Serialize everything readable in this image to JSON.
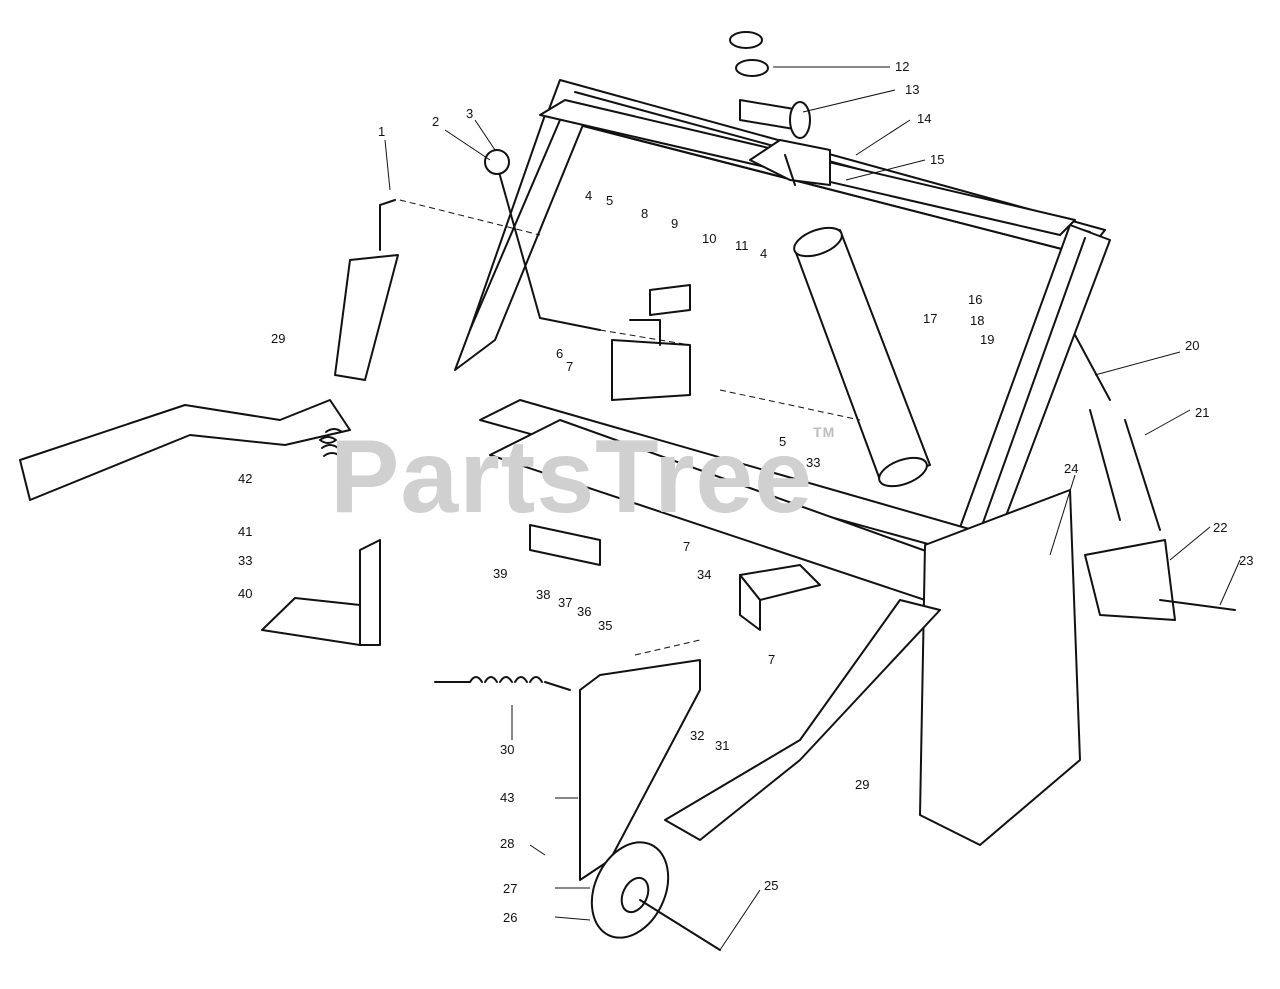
{
  "watermark": {
    "text": "PartsTree",
    "mark": "TM"
  },
  "callouts": {
    "c1": "1",
    "c2": "2",
    "c3": "3",
    "c4a": "4",
    "c4b": "4",
    "c5a": "5",
    "c5b": "5",
    "c6": "6",
    "c7a": "7",
    "c7b": "7",
    "c7c": "7",
    "c8": "8",
    "c9": "9",
    "c10": "10",
    "c11": "11",
    "c12": "12",
    "c13": "13",
    "c14": "14",
    "c15": "15",
    "c16": "16",
    "c17": "17",
    "c18": "18",
    "c19": "19",
    "c20": "20",
    "c21": "21",
    "c22": "22",
    "c23": "23",
    "c24": "24",
    "c25": "25",
    "c26": "26",
    "c27": "27",
    "c28": "28",
    "c29a": "29",
    "c29b": "29",
    "c30": "30",
    "c31": "31",
    "c32": "32",
    "c33a": "33",
    "c33b": "33",
    "c34": "34",
    "c35": "35",
    "c36": "36",
    "c37": "37",
    "c38": "38",
    "c39": "39",
    "c40": "40",
    "c41": "41",
    "c42": "42",
    "c43": "43"
  }
}
